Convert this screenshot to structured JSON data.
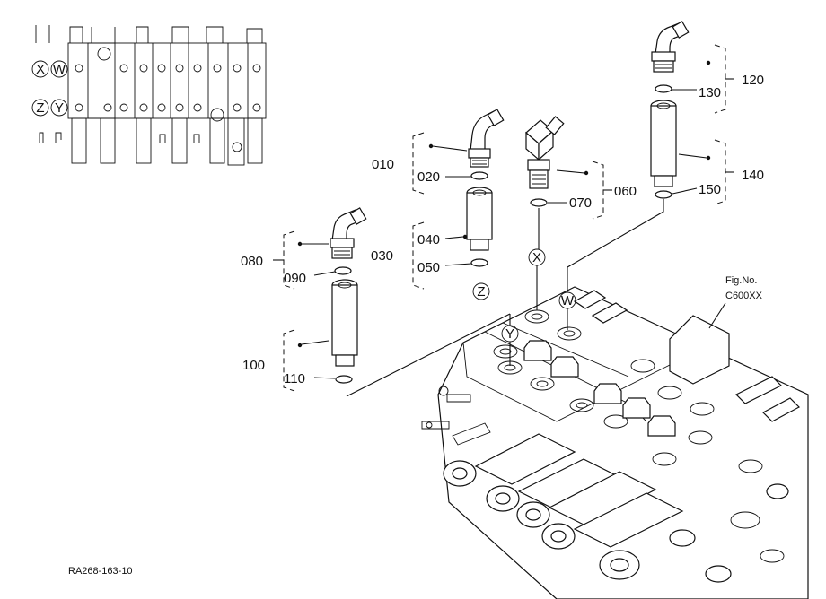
{
  "drawing_id": "RA268-163-10",
  "figure": {
    "title": "Fig.No.",
    "code": "C600XX"
  },
  "port_letters": [
    "X",
    "W",
    "Z",
    "Y"
  ],
  "part_numbers": {
    "p010": "010",
    "p020": "020",
    "p030": "030",
    "p040": "040",
    "p050": "050",
    "p060": "060",
    "p070": "070",
    "p080": "080",
    "p090": "090",
    "p100": "100",
    "p110": "110",
    "p120": "120",
    "p130": "130",
    "p140": "140",
    "p150": "150"
  }
}
